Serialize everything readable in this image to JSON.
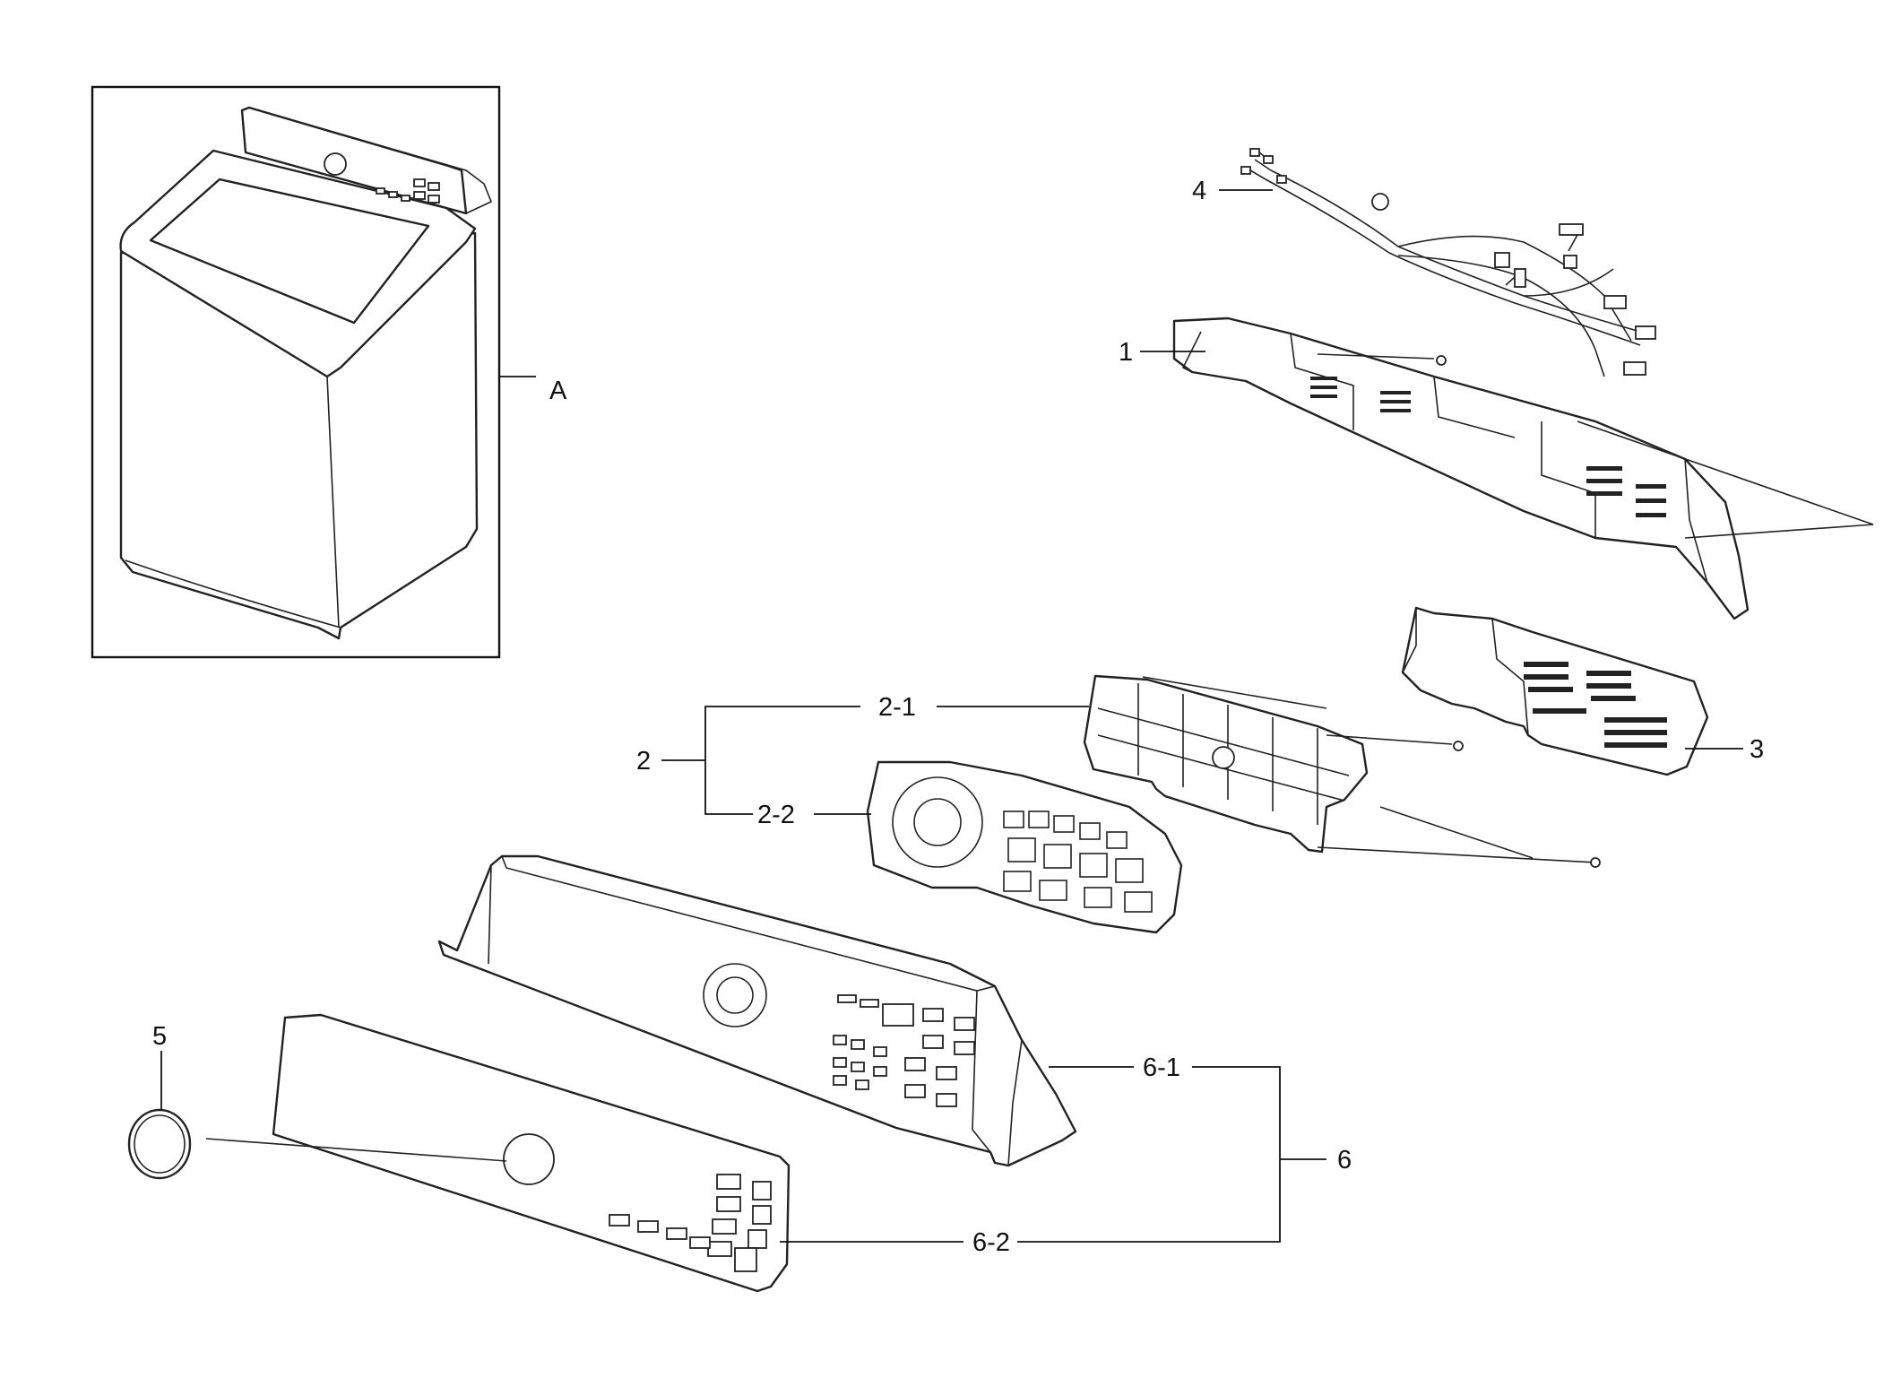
{
  "diagram": {
    "callouts": {
      "a": "A",
      "c1": "1",
      "c2": "2",
      "c2_1": "2-1",
      "c2_2": "2-2",
      "c3": "3",
      "c4": "4",
      "c5": "5",
      "c6": "6",
      "c6_1": "6-1",
      "c6_2": "6-2"
    }
  }
}
